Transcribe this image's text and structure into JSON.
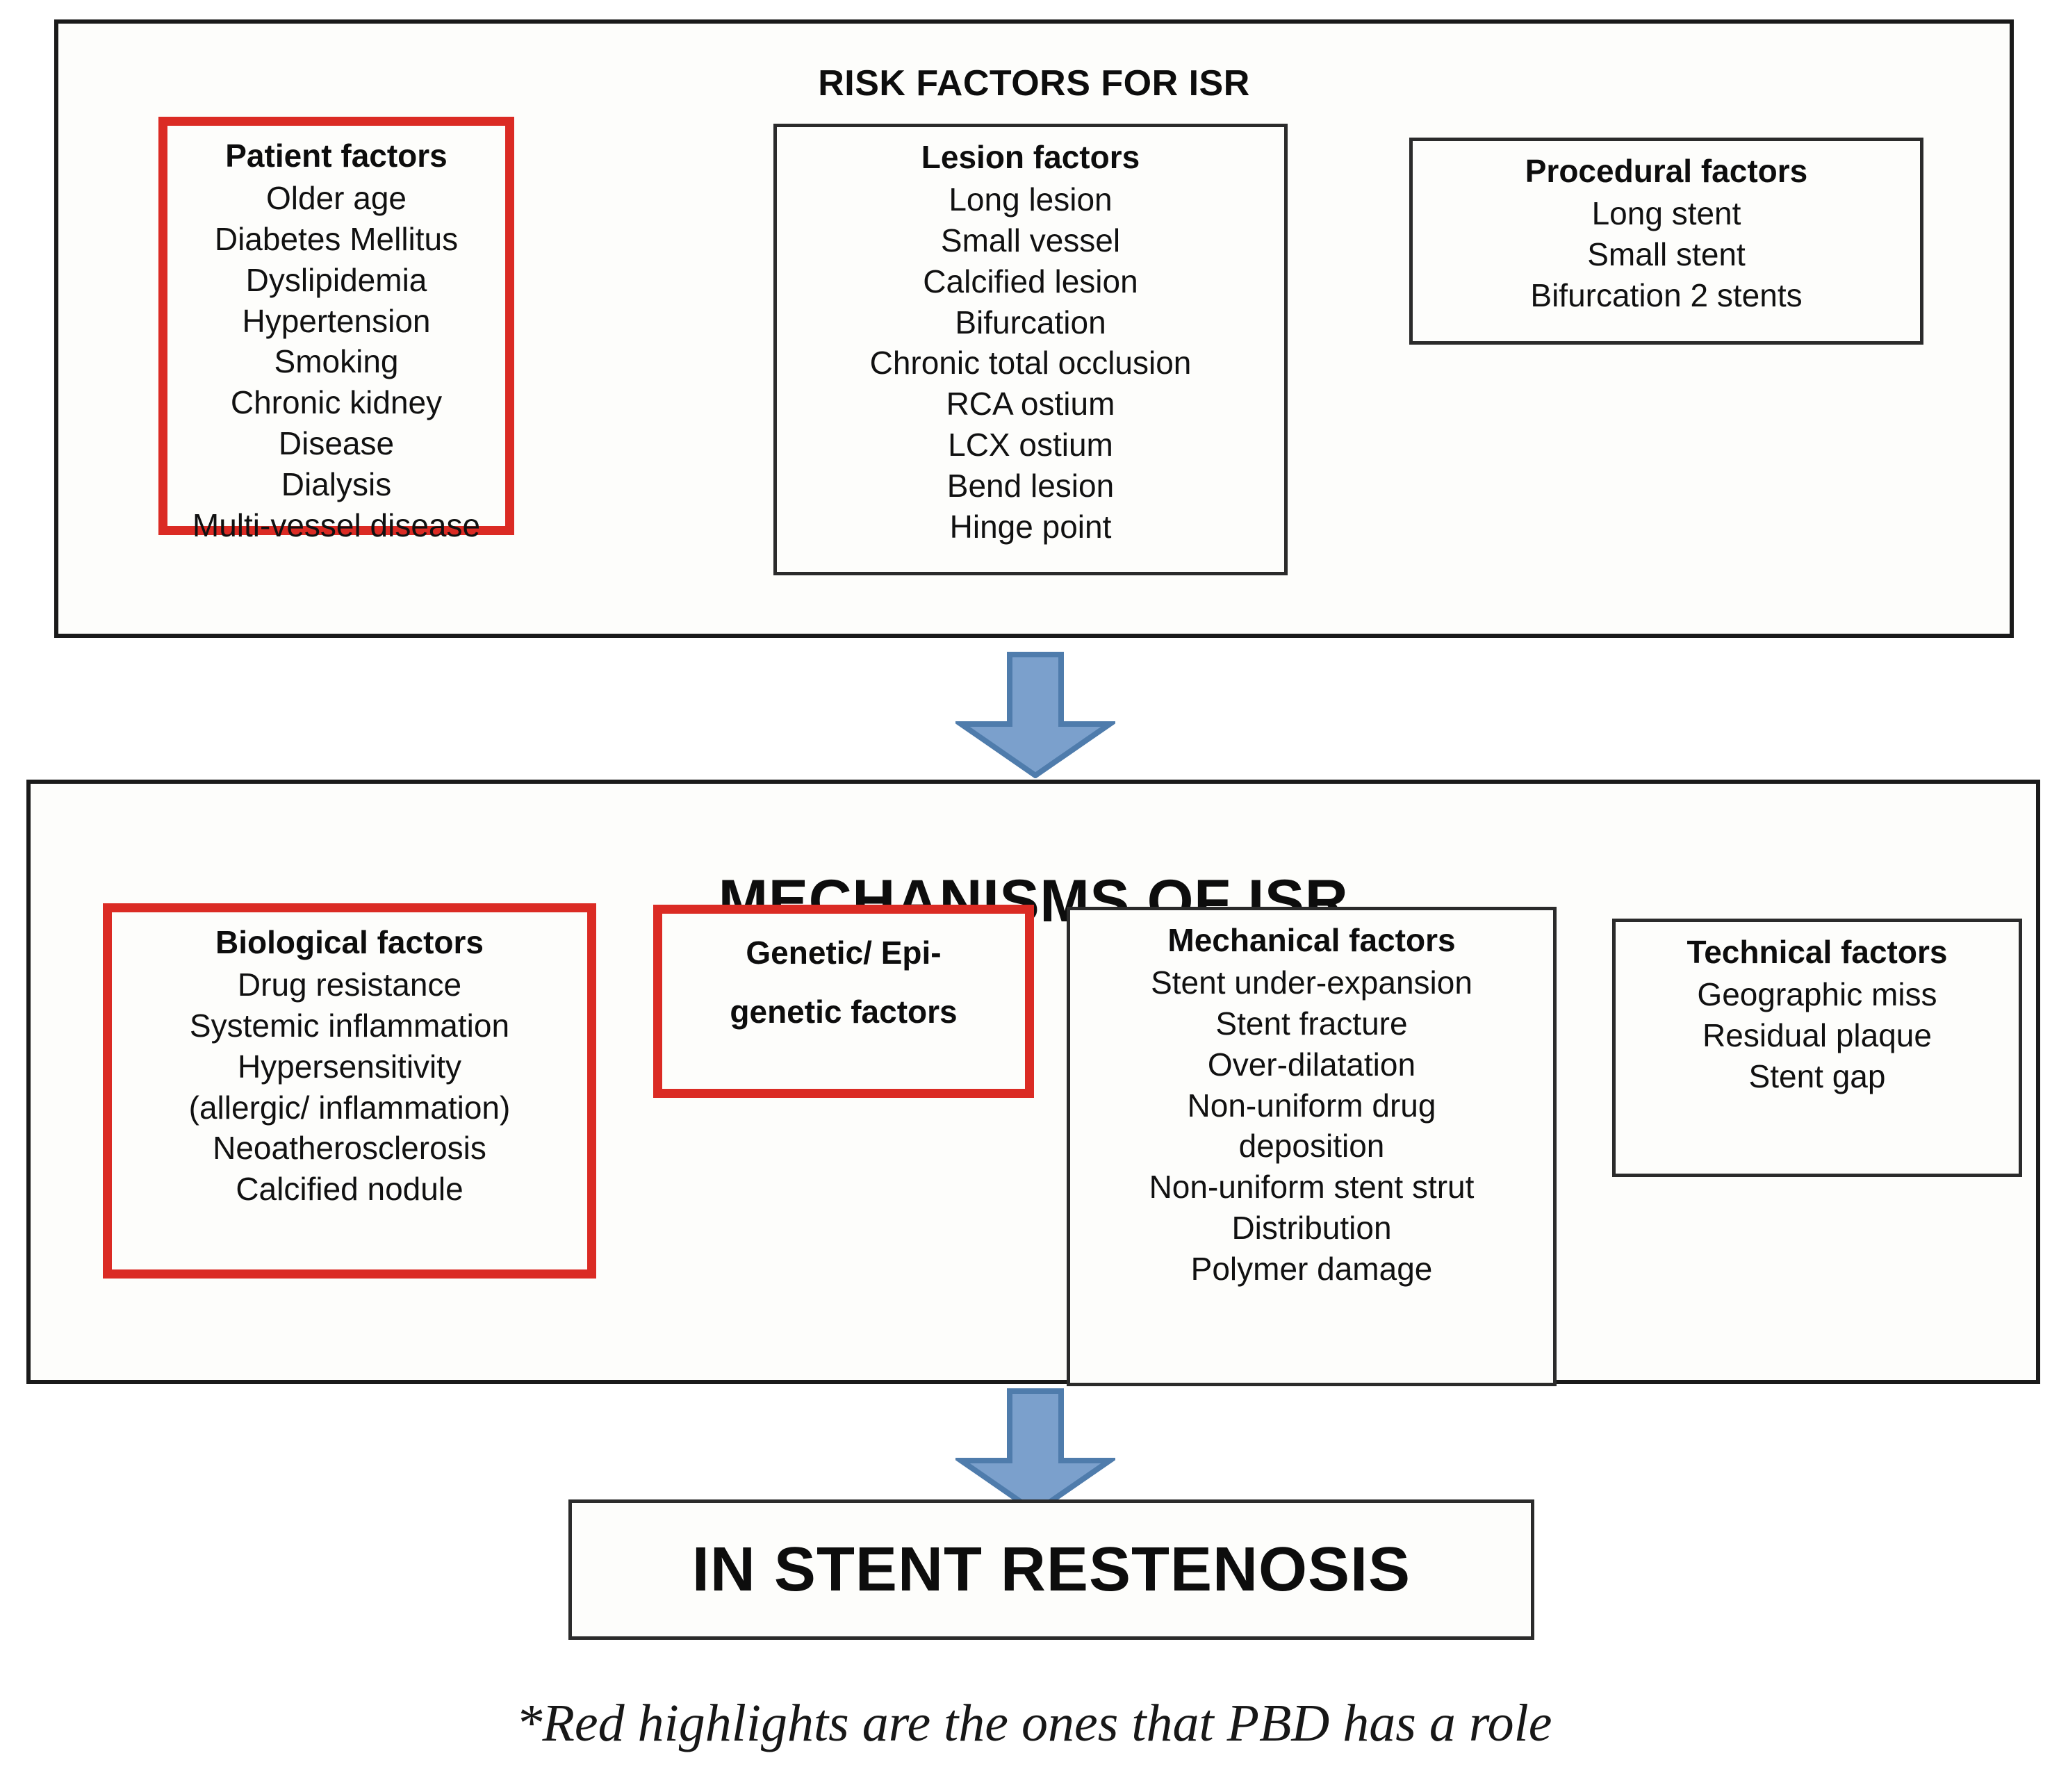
{
  "colors": {
    "highlight_red": "#DB2B24",
    "box_border_black": "#2b2b2b",
    "arrow_fill": "#7BA0CC",
    "arrow_stroke": "#4F7CAC",
    "panel_background": "#fdfdfb"
  },
  "risk_section": {
    "title": "RISK FACTORS FOR ISR",
    "boxes": [
      {
        "id": "patient",
        "title": "Patient factors",
        "highlighted": true,
        "items": [
          "Older age",
          "Diabetes Mellitus",
          "Dyslipidemia",
          "Hypertension",
          "Smoking",
          "Chronic kidney Disease",
          "Dialysis",
          "Multi-vessel disease"
        ]
      },
      {
        "id": "lesion",
        "title": "Lesion factors",
        "highlighted": false,
        "items": [
          "Long lesion",
          "Small vessel",
          "Calcified lesion",
          "Bifurcation",
          "Chronic total occlusion",
          "RCA ostium",
          "LCX ostium",
          "Bend lesion",
          "Hinge point"
        ]
      },
      {
        "id": "procedural",
        "title": "Procedural factors",
        "highlighted": false,
        "items": [
          "Long stent",
          "Small stent",
          "Bifurcation 2 stents"
        ]
      }
    ]
  },
  "mechanisms_section": {
    "title": "MECHANISMS OF ISR",
    "boxes": [
      {
        "id": "biological",
        "title": "Biological factors",
        "highlighted": true,
        "items": [
          "Drug resistance",
          "Systemic inflammation",
          "Hypersensitivity",
          "(allergic/ inflammation)",
          "Neoatherosclerosis",
          "Calcified nodule"
        ]
      },
      {
        "id": "genetic",
        "title": "Genetic/ Epi-\ngenetic factors",
        "highlighted": true,
        "items": []
      },
      {
        "id": "mechanical",
        "title": "Mechanical factors",
        "highlighted": false,
        "items": [
          "Stent under-expansion",
          "Stent fracture",
          "Over-dilatation",
          "Non-uniform drug",
          "deposition",
          "Non-uniform stent strut",
          "Distribution",
          "Polymer damage"
        ]
      },
      {
        "id": "technical",
        "title": "Technical factors",
        "highlighted": false,
        "items": [
          "Geographic miss",
          "Residual plaque",
          "Stent gap"
        ]
      }
    ]
  },
  "arrows": {
    "top_icon": "down-arrow-icon",
    "bottom_icon": "down-arrow-icon"
  },
  "outcome": {
    "label": "IN STENT RESTENOSIS"
  },
  "footnote": {
    "text": "*Red highlights are the ones that PBD has a role"
  }
}
